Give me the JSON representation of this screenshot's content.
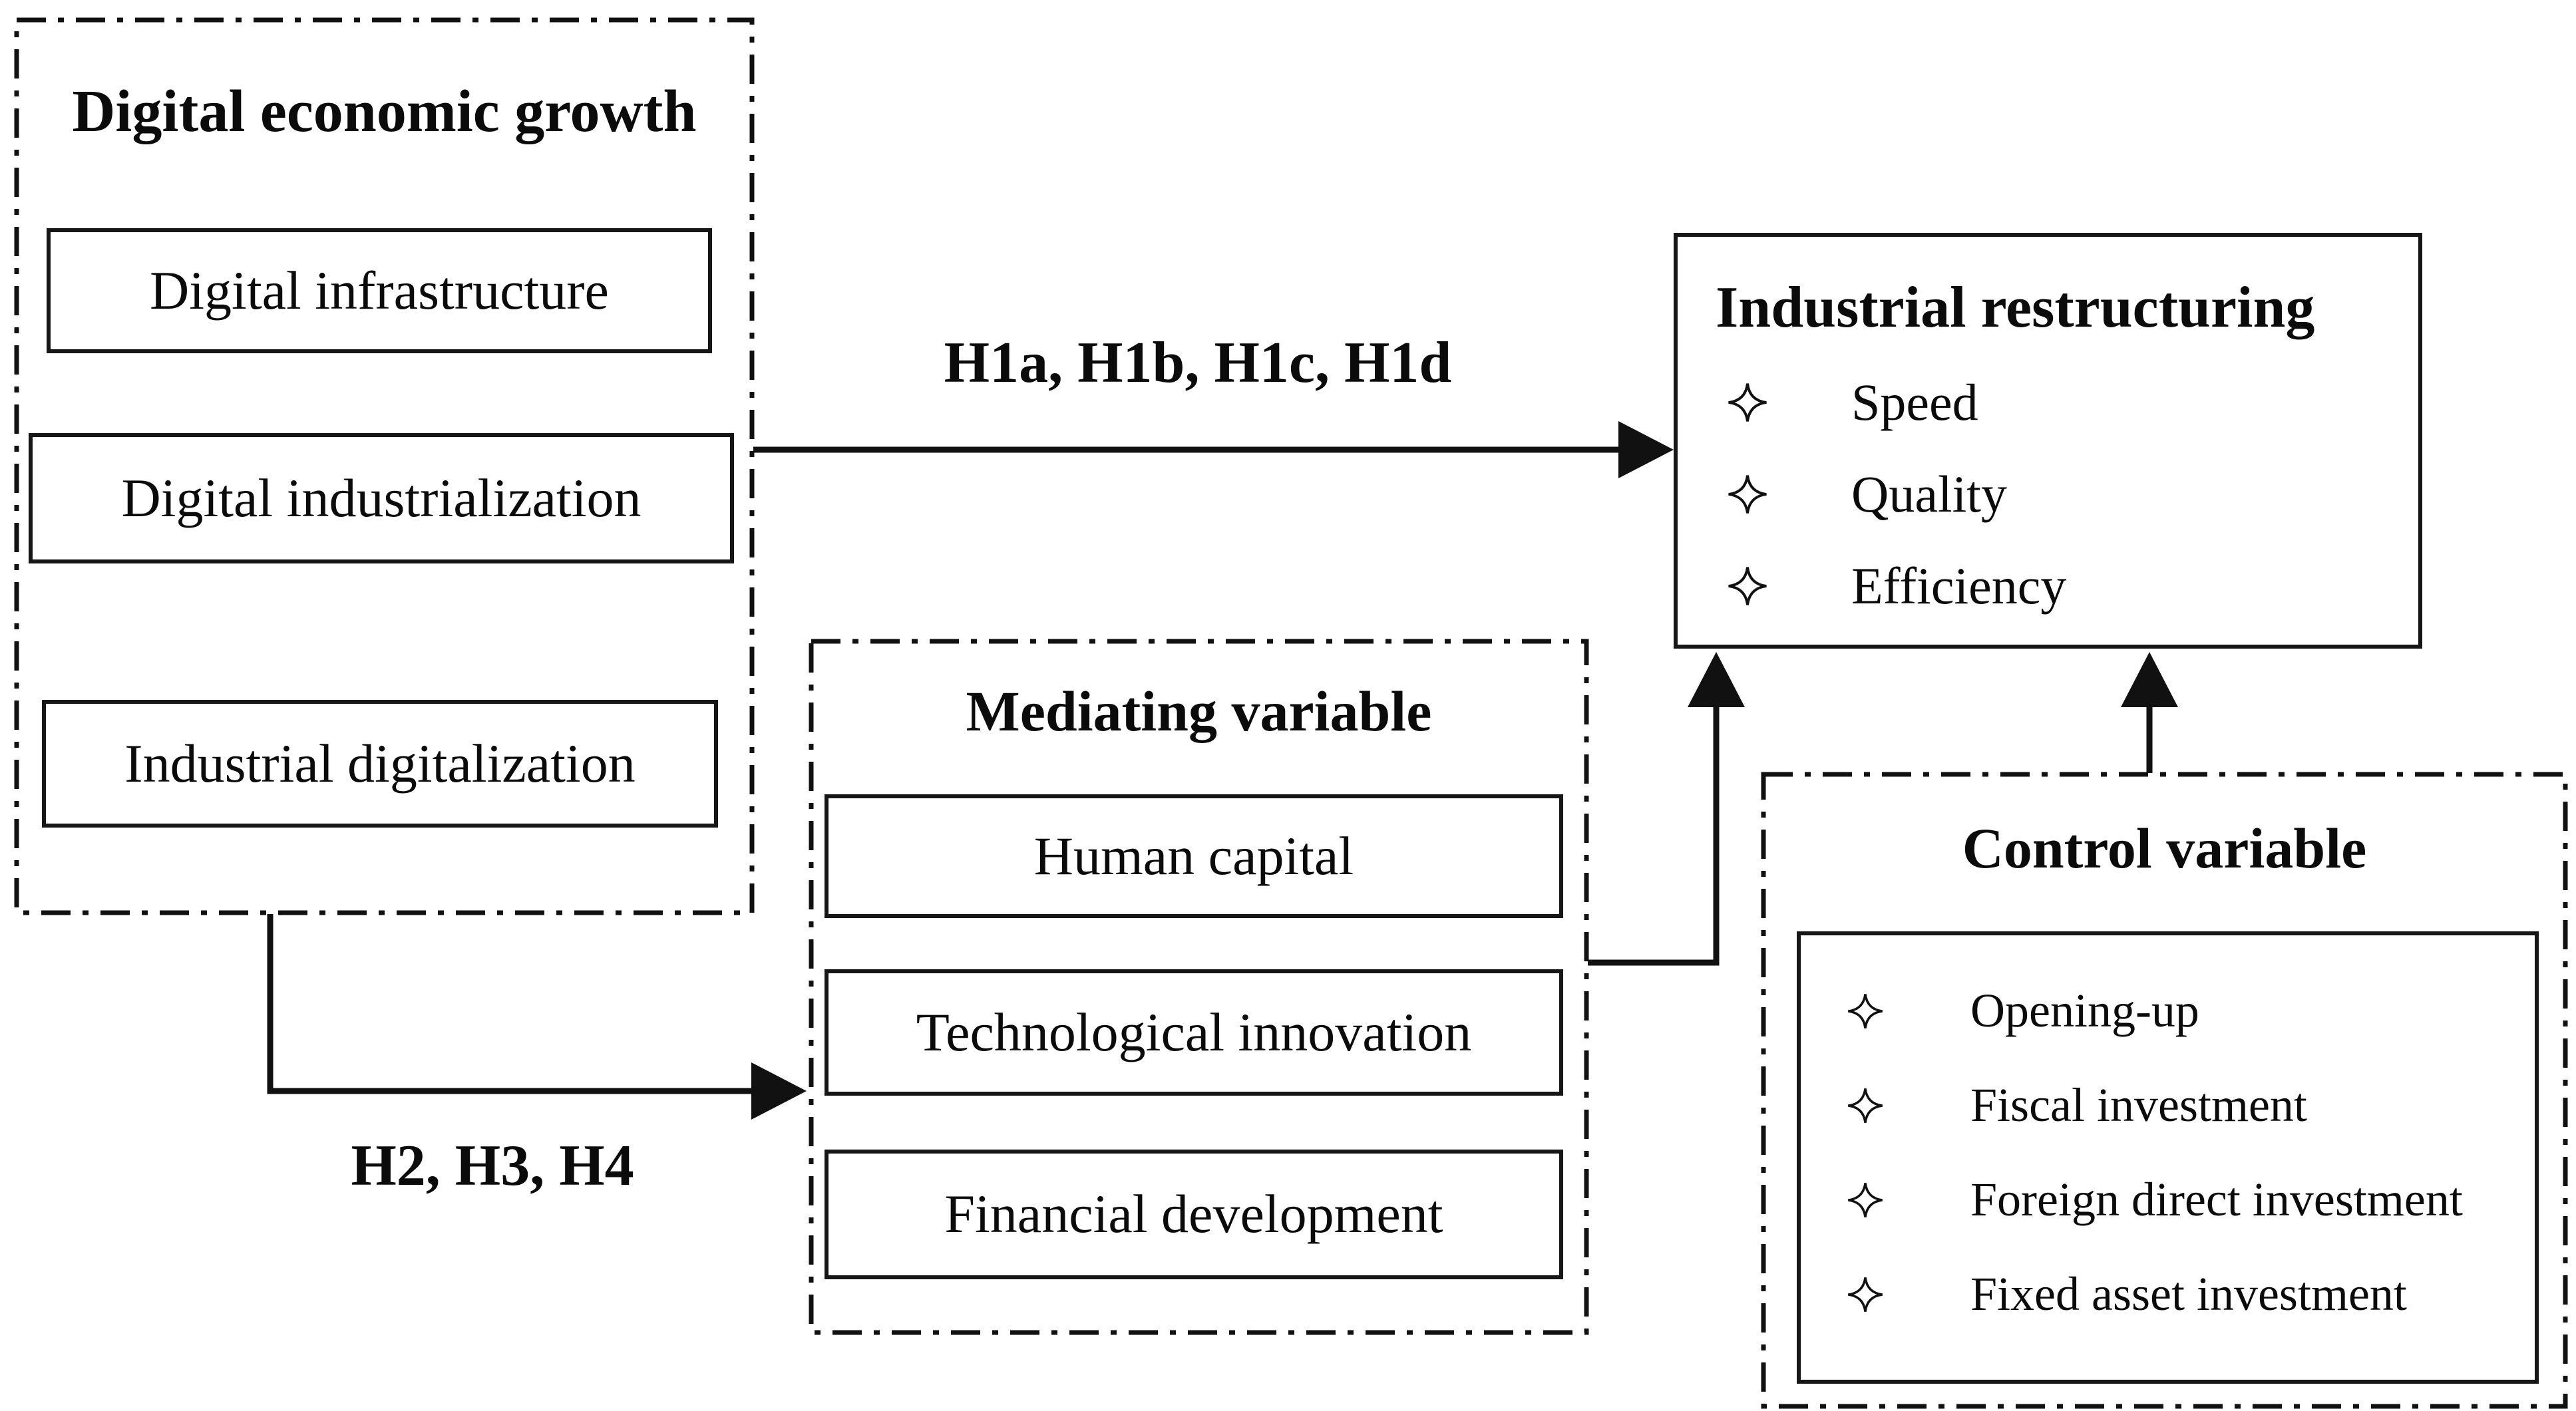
{
  "diagram": {
    "digital_economic_growth": {
      "title": "Digital economic growth",
      "items": [
        "Digital infrastructure",
        "Digital industrialization",
        "Industrial digitalization"
      ]
    },
    "mediating_variable": {
      "title": "Mediating variable",
      "items": [
        "Human capital",
        "Technological innovation",
        "Financial development"
      ]
    },
    "industrial_restructuring": {
      "title": "Industrial restructuring",
      "items": [
        "Speed",
        "Quality",
        "Efficiency"
      ]
    },
    "control_variable": {
      "title": "Control variable",
      "items": [
        "Opening-up",
        "Fiscal investment",
        "Foreign direct investment",
        "Fixed asset investment"
      ]
    },
    "labels": {
      "h1": "H1a, H1b, H1c, H1d",
      "h2": "H2, H3, H4"
    },
    "icons": {
      "bullet": "four-pointed-star-icon"
    },
    "colors": {
      "line": "#111111",
      "background": "#ffffff"
    }
  }
}
